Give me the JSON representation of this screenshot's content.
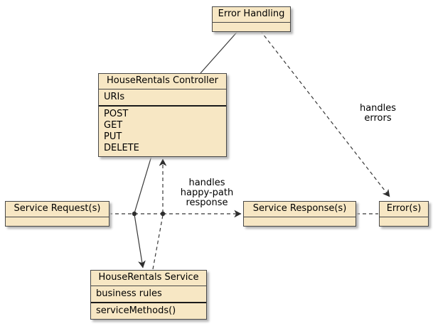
{
  "diagram_type": "uml-object-diagram",
  "colors": {
    "node_fill": "#F7E7C4",
    "node_border": "#484848",
    "edge_line": "#383838",
    "shadow": "#B5B5B5",
    "background": "#FFFFFF",
    "text": "#000000"
  },
  "nodes": {
    "error_handling": {
      "title": "Error Handling"
    },
    "controller": {
      "title": "HouseRentals Controller",
      "attributes": [
        "URIs"
      ],
      "methods": [
        "POST",
        "GET",
        "PUT",
        "DELETE"
      ]
    },
    "service_request": {
      "title": "Service Request(s)"
    },
    "service_response": {
      "title": "Service Response(s)"
    },
    "errors": {
      "title": "Error(s)"
    },
    "service": {
      "title": "HouseRentals Service",
      "attributes": [
        "business rules"
      ],
      "methods": [
        "serviceMethods()"
      ]
    }
  },
  "edge_labels": {
    "handles_errors": "handles\nerrors",
    "handles_happy_path_response": "handles\nhappy-path\nresponse"
  }
}
